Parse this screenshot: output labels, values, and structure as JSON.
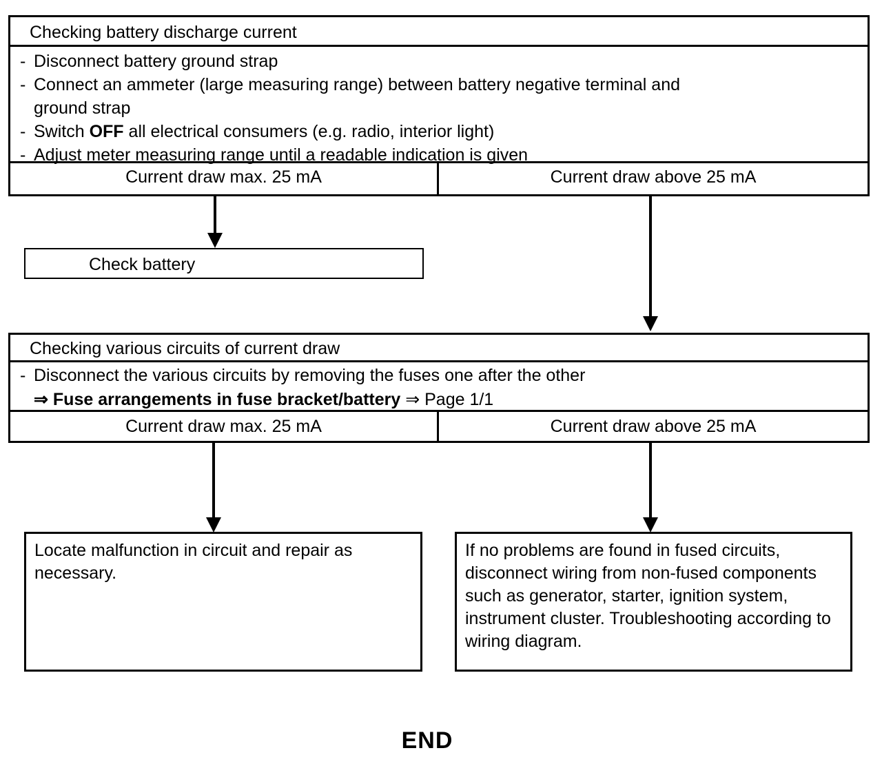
{
  "document": {
    "type": "troubleshooting-flowchart",
    "end_label": "END"
  },
  "step1": {
    "header": "Checking battery discharge current",
    "bullets": [
      {
        "marker": "-",
        "text": "Disconnect battery ground strap"
      },
      {
        "marker": "-",
        "text": "Connect an ammeter (large measuring range) between battery negative terminal and",
        "continuation": "ground strap"
      },
      {
        "marker": "-",
        "text_pre": "Switch ",
        "text_bold": "OFF",
        "text_post": " all electrical consumers (e.g. radio, interior light)"
      },
      {
        "marker": "-",
        "text": "Adjust meter measuring range until a readable indication is given"
      }
    ],
    "outcome_left": "Current draw max. 25 mA",
    "outcome_right": "Current draw above 25 mA"
  },
  "step_check_battery": {
    "label": "Check battery"
  },
  "step2": {
    "header": "Checking various circuits of current draw",
    "bullet_marker": "-",
    "bullet_text": "Disconnect the various circuits by removing the fuses one after the other",
    "reference_arrow": "⇒",
    "reference_bold": "Fuse arrangements in fuse bracket/battery",
    "reference_page_arrow": "⇒",
    "reference_page": "Page 1/1",
    "outcome_left": "Current draw max. 25 mA",
    "outcome_right": "Current draw above 25 mA"
  },
  "result_left": {
    "text": "Locate malfunction in circuit and repair as necessary."
  },
  "result_right": {
    "text": "If no problems are found in fused circuits, disconnect wiring from non-fused components such as generator, starter, ignition system, instrument cluster. Troubleshooting according to wiring diagram."
  },
  "colors": {
    "ink": "#000000",
    "paper": "#ffffff"
  }
}
